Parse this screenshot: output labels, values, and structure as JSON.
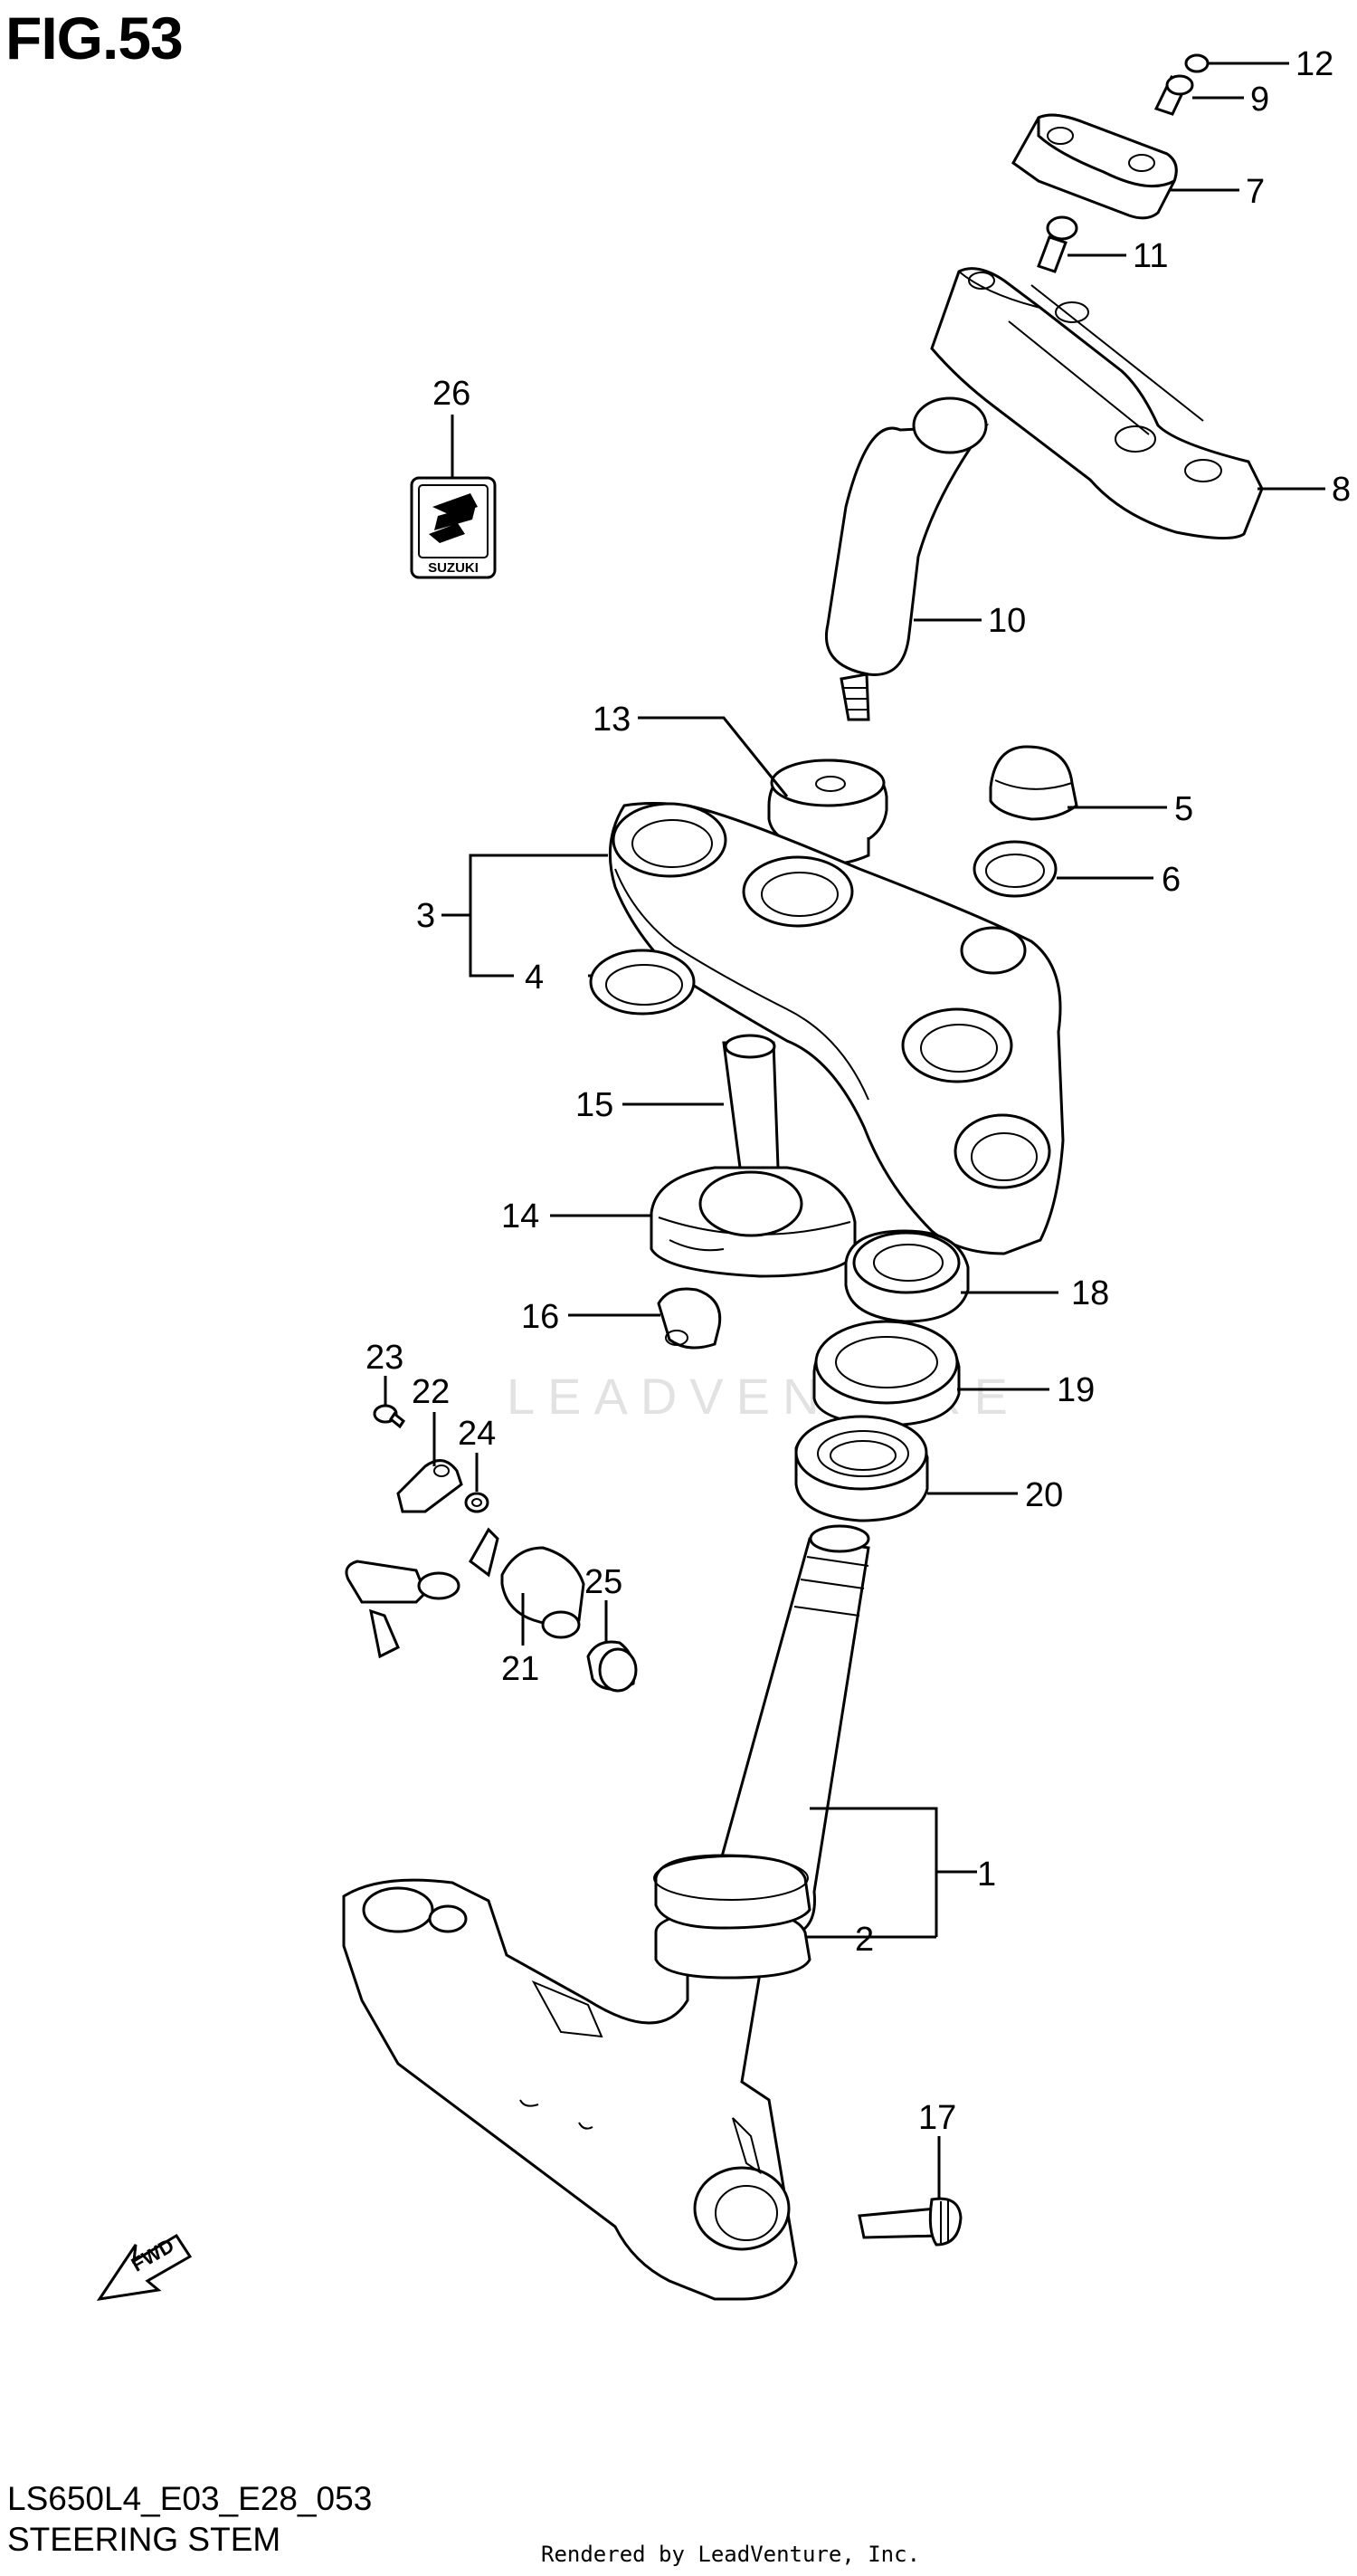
{
  "figure": {
    "title": "FIG.53",
    "model_code": "LS650L4_E03_E28_053",
    "name": "STEERING STEM",
    "credit": "Rendered by LeadVenture, Inc.",
    "watermark": "LEADVENTURE"
  },
  "logo_text": "SUZUKI",
  "fwd_arrow_text": "FWD",
  "callouts": [
    {
      "id": "c1",
      "label": "1"
    },
    {
      "id": "c2",
      "label": "2"
    },
    {
      "id": "c3",
      "label": "3"
    },
    {
      "id": "c4",
      "label": "4"
    },
    {
      "id": "c5",
      "label": "5"
    },
    {
      "id": "c6",
      "label": "6"
    },
    {
      "id": "c7",
      "label": "7"
    },
    {
      "id": "c8",
      "label": "8"
    },
    {
      "id": "c9",
      "label": "9"
    },
    {
      "id": "c10",
      "label": "10"
    },
    {
      "id": "c11",
      "label": "11"
    },
    {
      "id": "c12",
      "label": "12"
    },
    {
      "id": "c13",
      "label": "13"
    },
    {
      "id": "c14",
      "label": "14"
    },
    {
      "id": "c15",
      "label": "15"
    },
    {
      "id": "c16",
      "label": "16"
    },
    {
      "id": "c17",
      "label": "17"
    },
    {
      "id": "c18",
      "label": "18"
    },
    {
      "id": "c19",
      "label": "19"
    },
    {
      "id": "c20",
      "label": "20"
    },
    {
      "id": "c21",
      "label": "21"
    },
    {
      "id": "c22",
      "label": "22"
    },
    {
      "id": "c23",
      "label": "23"
    },
    {
      "id": "c24",
      "label": "24"
    },
    {
      "id": "c25",
      "label": "25"
    },
    {
      "id": "c26",
      "label": "26"
    }
  ]
}
